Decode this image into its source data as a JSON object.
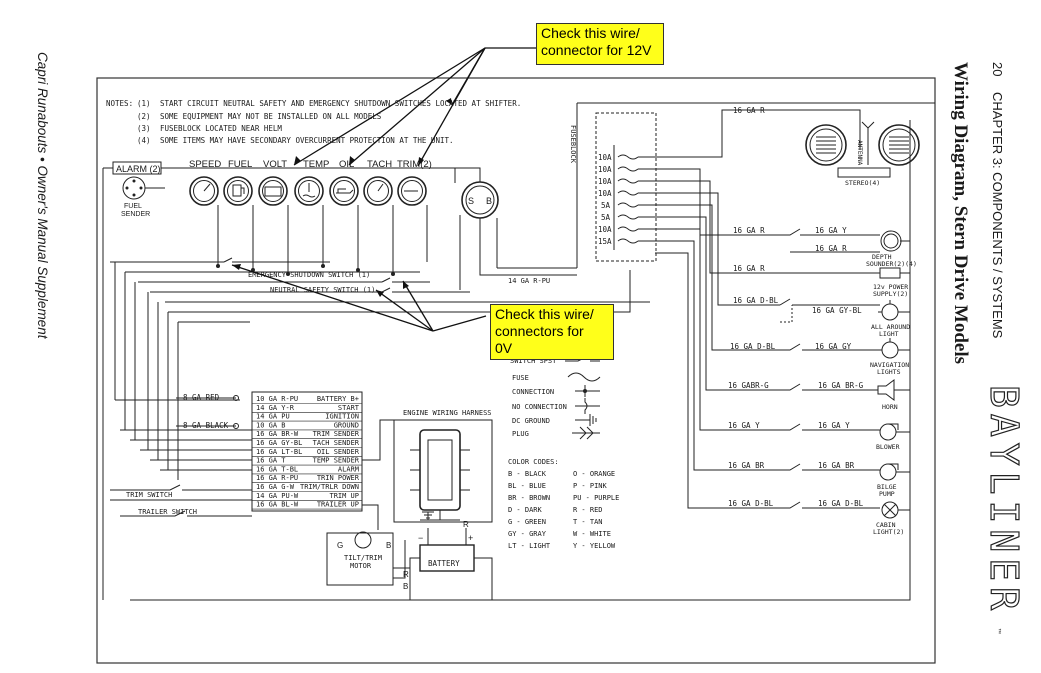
{
  "page": {
    "left_margin": "Capri Runabouts • Owner's Manual Supplement",
    "right_header_page": "20",
    "right_header_chapter": "CHAPTER 3: COMPONENTS / SYSTEMS",
    "right_title": "Wiring Diagram, Stern Drive Models",
    "brand": "BAYLINER",
    "brand_mark": "™"
  },
  "callouts": {
    "top": "Check this wire/\nconnector for 12V",
    "mid": "Check this wire/\nconnectors for\n0V"
  },
  "notes": {
    "header": "NOTES:",
    "items": [
      {
        "num": "(1)",
        "text": "START CIRCUIT NEUTRAL SAFETY AND EMERGENCY SHUTDOWN SWITCHES LOCATED AT SHIFTER."
      },
      {
        "num": "(2)",
        "text": "SOME EQUIPMENT MAY NOT BE INSTALLED ON ALL MODELS"
      },
      {
        "num": "(3)",
        "text": "FUSEBLOCK LOCATED NEAR HELM"
      },
      {
        "num": "(4)",
        "text": "SOME ITEMS MAY HAVE SECONDARY OVERCURRENT PROTECTION AT THE UNIT."
      }
    ]
  },
  "gauges": {
    "alarm": "ALARM (2)",
    "labels": [
      "SPEED",
      "FUEL",
      "VOLT",
      "TEMP",
      "OIL",
      "TACH",
      "TRIM(2)"
    ],
    "fuel_sender": "FUEL\nSENDER",
    "key_switch": [
      "S",
      "B"
    ]
  },
  "switches": {
    "emergency": "EMERGENCY SHUTDOWN SWITCH (1)",
    "neutral": "NEUTRAL SAFETY SWITCH (1)",
    "trim": "TRIM SWITCH",
    "trailer": "TRAILER SWITCH"
  },
  "fuseblock": {
    "label": "FUSEBLOCK",
    "fuses": [
      "10A",
      "10A",
      "10A",
      "10A",
      "5A",
      "5A",
      "10A",
      "15A"
    ],
    "feed_wire": "14 GA R-PU"
  },
  "harness": {
    "battery_leads": [
      "8 GA RED",
      "8 GA BLACK"
    ],
    "rows": [
      {
        "gauge": "10 GA R-PU",
        "label": "BATTERY B+"
      },
      {
        "gauge": "14 GA Y-R",
        "label": "START"
      },
      {
        "gauge": "14 GA PU",
        "label": "IGNITION"
      },
      {
        "gauge": "10 GA B",
        "label": "GROUND"
      },
      {
        "gauge": "16 GA BR-W",
        "label": "TRIM SENDER"
      },
      {
        "gauge": "16 GA GY-BL",
        "label": "TACH SENDER"
      },
      {
        "gauge": "16 GA LT-BL",
        "label": "OIL SENDER"
      },
      {
        "gauge": "16 GA T",
        "label": "TEMP SENDER"
      },
      {
        "gauge": "16 GA T-BL",
        "label": "ALARM"
      },
      {
        "gauge": "16 GA R-PU",
        "label": "TRIN POWER"
      },
      {
        "gauge": "16 GA G-W",
        "label": "TRIM/TRLR DOWN"
      },
      {
        "gauge": "14 GA PU-W",
        "label": "TRIM UP"
      },
      {
        "gauge": "16 GA BL-W",
        "label": "TRAILER UP"
      }
    ],
    "engine_harness": "ENGINE WIRING HARNESS",
    "tilt_trim_motor": "TILT/TRIM\nMOTOR",
    "battery": "BATTERY",
    "motor_leads": [
      "G",
      "B"
    ],
    "battery_leads_r": [
      "R",
      "B",
      "R"
    ]
  },
  "accessories": [
    {
      "wire": "16 GA R",
      "wire2": "",
      "name": "STEREO(4)",
      "extra": "ANTENNA"
    },
    {
      "wire": "16 GA R",
      "wire2": "16 GA Y",
      "wire3": "16 GA R",
      "name": "DEPTH\nSOUNDER(2)(4)",
      "extra": "DEPTH"
    },
    {
      "wire": "16 GA R",
      "wire2": "",
      "name": "12v POWER\nSUPPLY(2)"
    },
    {
      "wire": "16 GA D-BL",
      "wire2": "16 GA GY-BL",
      "name": "ALL AROUND\nLIGHT"
    },
    {
      "wire": "16 GA D-BL",
      "wire2": "16 GA GY",
      "name": "NAVIGATION\nLIGHTS"
    },
    {
      "wire": "16 GABR-G",
      "wire2": "16 GA BR-G",
      "name": "HORN"
    },
    {
      "wire": "16 GA Y",
      "wire2": "16 GA Y",
      "name": "BLOWER"
    },
    {
      "wire": "16 GA BR",
      "wire2": "16 GA BR",
      "name": "BILGE\nPUMP"
    },
    {
      "wire": "16 GA D-BL",
      "wire2": "16 GA D-BL",
      "name": "CABIN\nLIGHT(2)"
    }
  ],
  "legend": {
    "switch": "SWITCH SPST",
    "fuse": "FUSE",
    "connection": "CONNECTION",
    "no_connection": "NO CONNECTION",
    "dc_ground": "DC GROUND",
    "plug": "PLUG"
  },
  "color_codes": {
    "header": "COLOR CODES:",
    "rows": [
      [
        "B - BLACK",
        "O - ORANGE"
      ],
      [
        "BL - BLUE",
        "P - PINK"
      ],
      [
        "BR - BROWN",
        "PU - PURPLE"
      ],
      [
        "D - DARK",
        "R - RED"
      ],
      [
        "G - GREEN",
        "T - TAN"
      ],
      [
        "GY - GRAY",
        "W - WHITE"
      ],
      [
        "LT - LIGHT",
        "Y - YELLOW"
      ]
    ]
  }
}
